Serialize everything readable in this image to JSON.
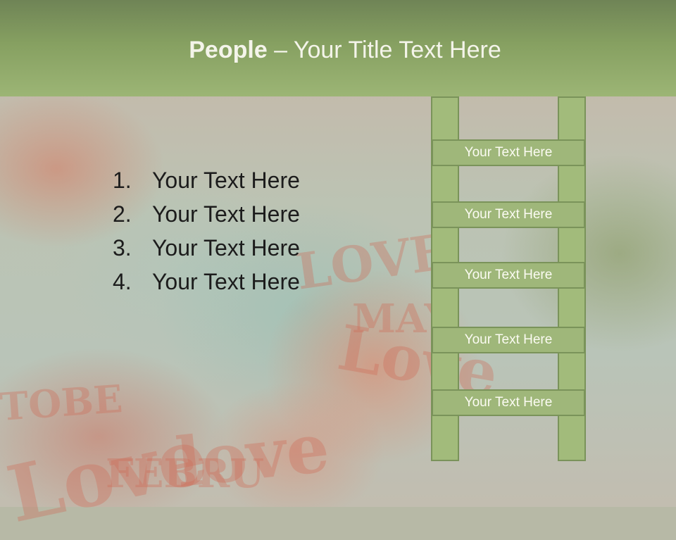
{
  "slide": {
    "title_bold": "People",
    "title_rest": " – Your Title Text Here",
    "list": [
      {
        "num": "1.",
        "text": "Your Text Here"
      },
      {
        "num": "2.",
        "text": "Your Text Here"
      },
      {
        "num": "3.",
        "text": "Your Text Here"
      },
      {
        "num": "4.",
        "text": "Your Text Here"
      }
    ],
    "ladder_rungs": [
      "Your Text Here",
      "Your Text Here",
      "Your Text Here",
      "Your Text Here",
      "Your Text Here"
    ]
  },
  "colors": {
    "title_bar": "#9cb575",
    "ladder_fill": "#a2bb7b",
    "ladder_border": "#7a935a",
    "text_dark": "#1c1c1c",
    "text_light": "#fbfbf2"
  },
  "background": {
    "graffiti_words": [
      "love",
      "Love",
      "Love",
      "MAY",
      "TOBE",
      "LOVE",
      "FEBRU"
    ]
  }
}
